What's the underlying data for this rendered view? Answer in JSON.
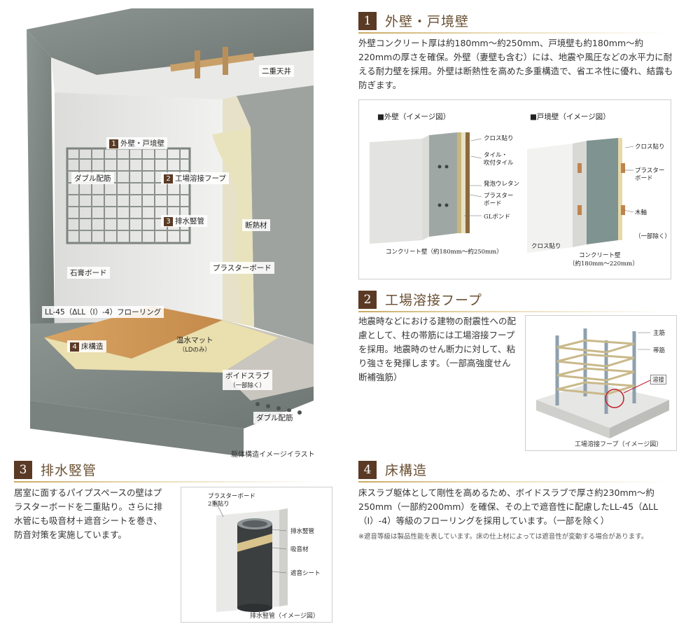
{
  "illustration": {
    "labels": {
      "double_ceiling": "二重天井",
      "wall_label": "外壁・戸境壁",
      "wall_num": "1",
      "double_rebar": "ダブル配筋",
      "hoop_label": "工場溶接フープ",
      "hoop_num": "2",
      "drain_label": "排水竪管",
      "drain_num": "3",
      "insulation": "断熱材",
      "gypsum": "石膏ボード",
      "plaster": "プラスターボード",
      "flooring": "LL-45（ΔLL（I）-4）フローリング",
      "floor_label": "床構造",
      "floor_num": "4",
      "warm_mat": "温水マット",
      "warm_mat_sub": "（LDのみ）",
      "void_slab": "ボイドスラブ",
      "void_slab_sub": "（一部除く）",
      "double_rebar2": "ダブル配筋"
    },
    "caption": "躯体構造イメージイラスト"
  },
  "sections": {
    "s1": {
      "num": "1",
      "title": "外壁・戸境壁",
      "text": "外壁コンクリート厚は約180mm〜約250mm、戸境壁も約180mm〜約220mmの厚さを確保。外壁（妻壁も含む）には、地震や風圧などの水平力に耐える耐力壁を採用。外壁は断熱性を高めた多重構造で、省エネ性に優れ、結露も防ぎます。",
      "fig": {
        "left_title": "■外壁（イメージ図）",
        "right_title": "■戸境壁（イメージ図）",
        "l1": "クロス貼り",
        "l2": "タイル・",
        "l2b": "吹付タイル",
        "l3": "発泡ウレタン",
        "l4": "プラスター",
        "l4b": "ボード",
        "l5": "GLボンド",
        "l6": "コンクリート壁（約180mm〜約250mm）",
        "r1": "クロス貼り",
        "r2": "プラスター",
        "r2b": "ボード",
        "r3": "木軸",
        "r4": "（一部除く）",
        "r5": "クロス貼り",
        "r6": "コンクリート壁",
        "r6b": "〔約180mm〜220mm〕"
      }
    },
    "s2": {
      "num": "2",
      "title": "工場溶接フープ",
      "text": "地震時などにおける建物の耐震性への配慮として、柱の帯筋には工場溶接フープを採用。地震時のせん断力に対して、粘り強さを発揮します。（一部高強度せん断補強筋）",
      "fig": {
        "main": "主筋",
        "band": "帯筋",
        "weld": "溶接",
        "caption": "工場溶接フープ（イメージ図）"
      }
    },
    "s3": {
      "num": "3",
      "title": "排水竪管",
      "text": "居室に面するパイプスペースの壁はプラスターボードを二重貼り。さらに排水管にも吸音材＋遮音シートを巻き、防音対策を実施しています。",
      "fig": {
        "top1": "プラスターボード",
        "top2": "2重貼り",
        "pipe": "排水竪管",
        "absorb": "吸音材",
        "sheet": "遮音シート",
        "caption": "排水竪管（イメージ図）"
      }
    },
    "s4": {
      "num": "4",
      "title": "床構造",
      "text": "床スラブ躯体として剛性を高めるため、ボイドスラブで厚さ約230mm〜約250mm（一部約200mm）を確保、その上で遮音性に配慮したLL-45（ΔLL（Ⅰ）-4）等級のフローリングを採用しています。（一部を除く）",
      "note": "※遮音等級は製品性能を表しています。床の仕上材によっては遮音性が変動する場合があります。"
    }
  }
}
